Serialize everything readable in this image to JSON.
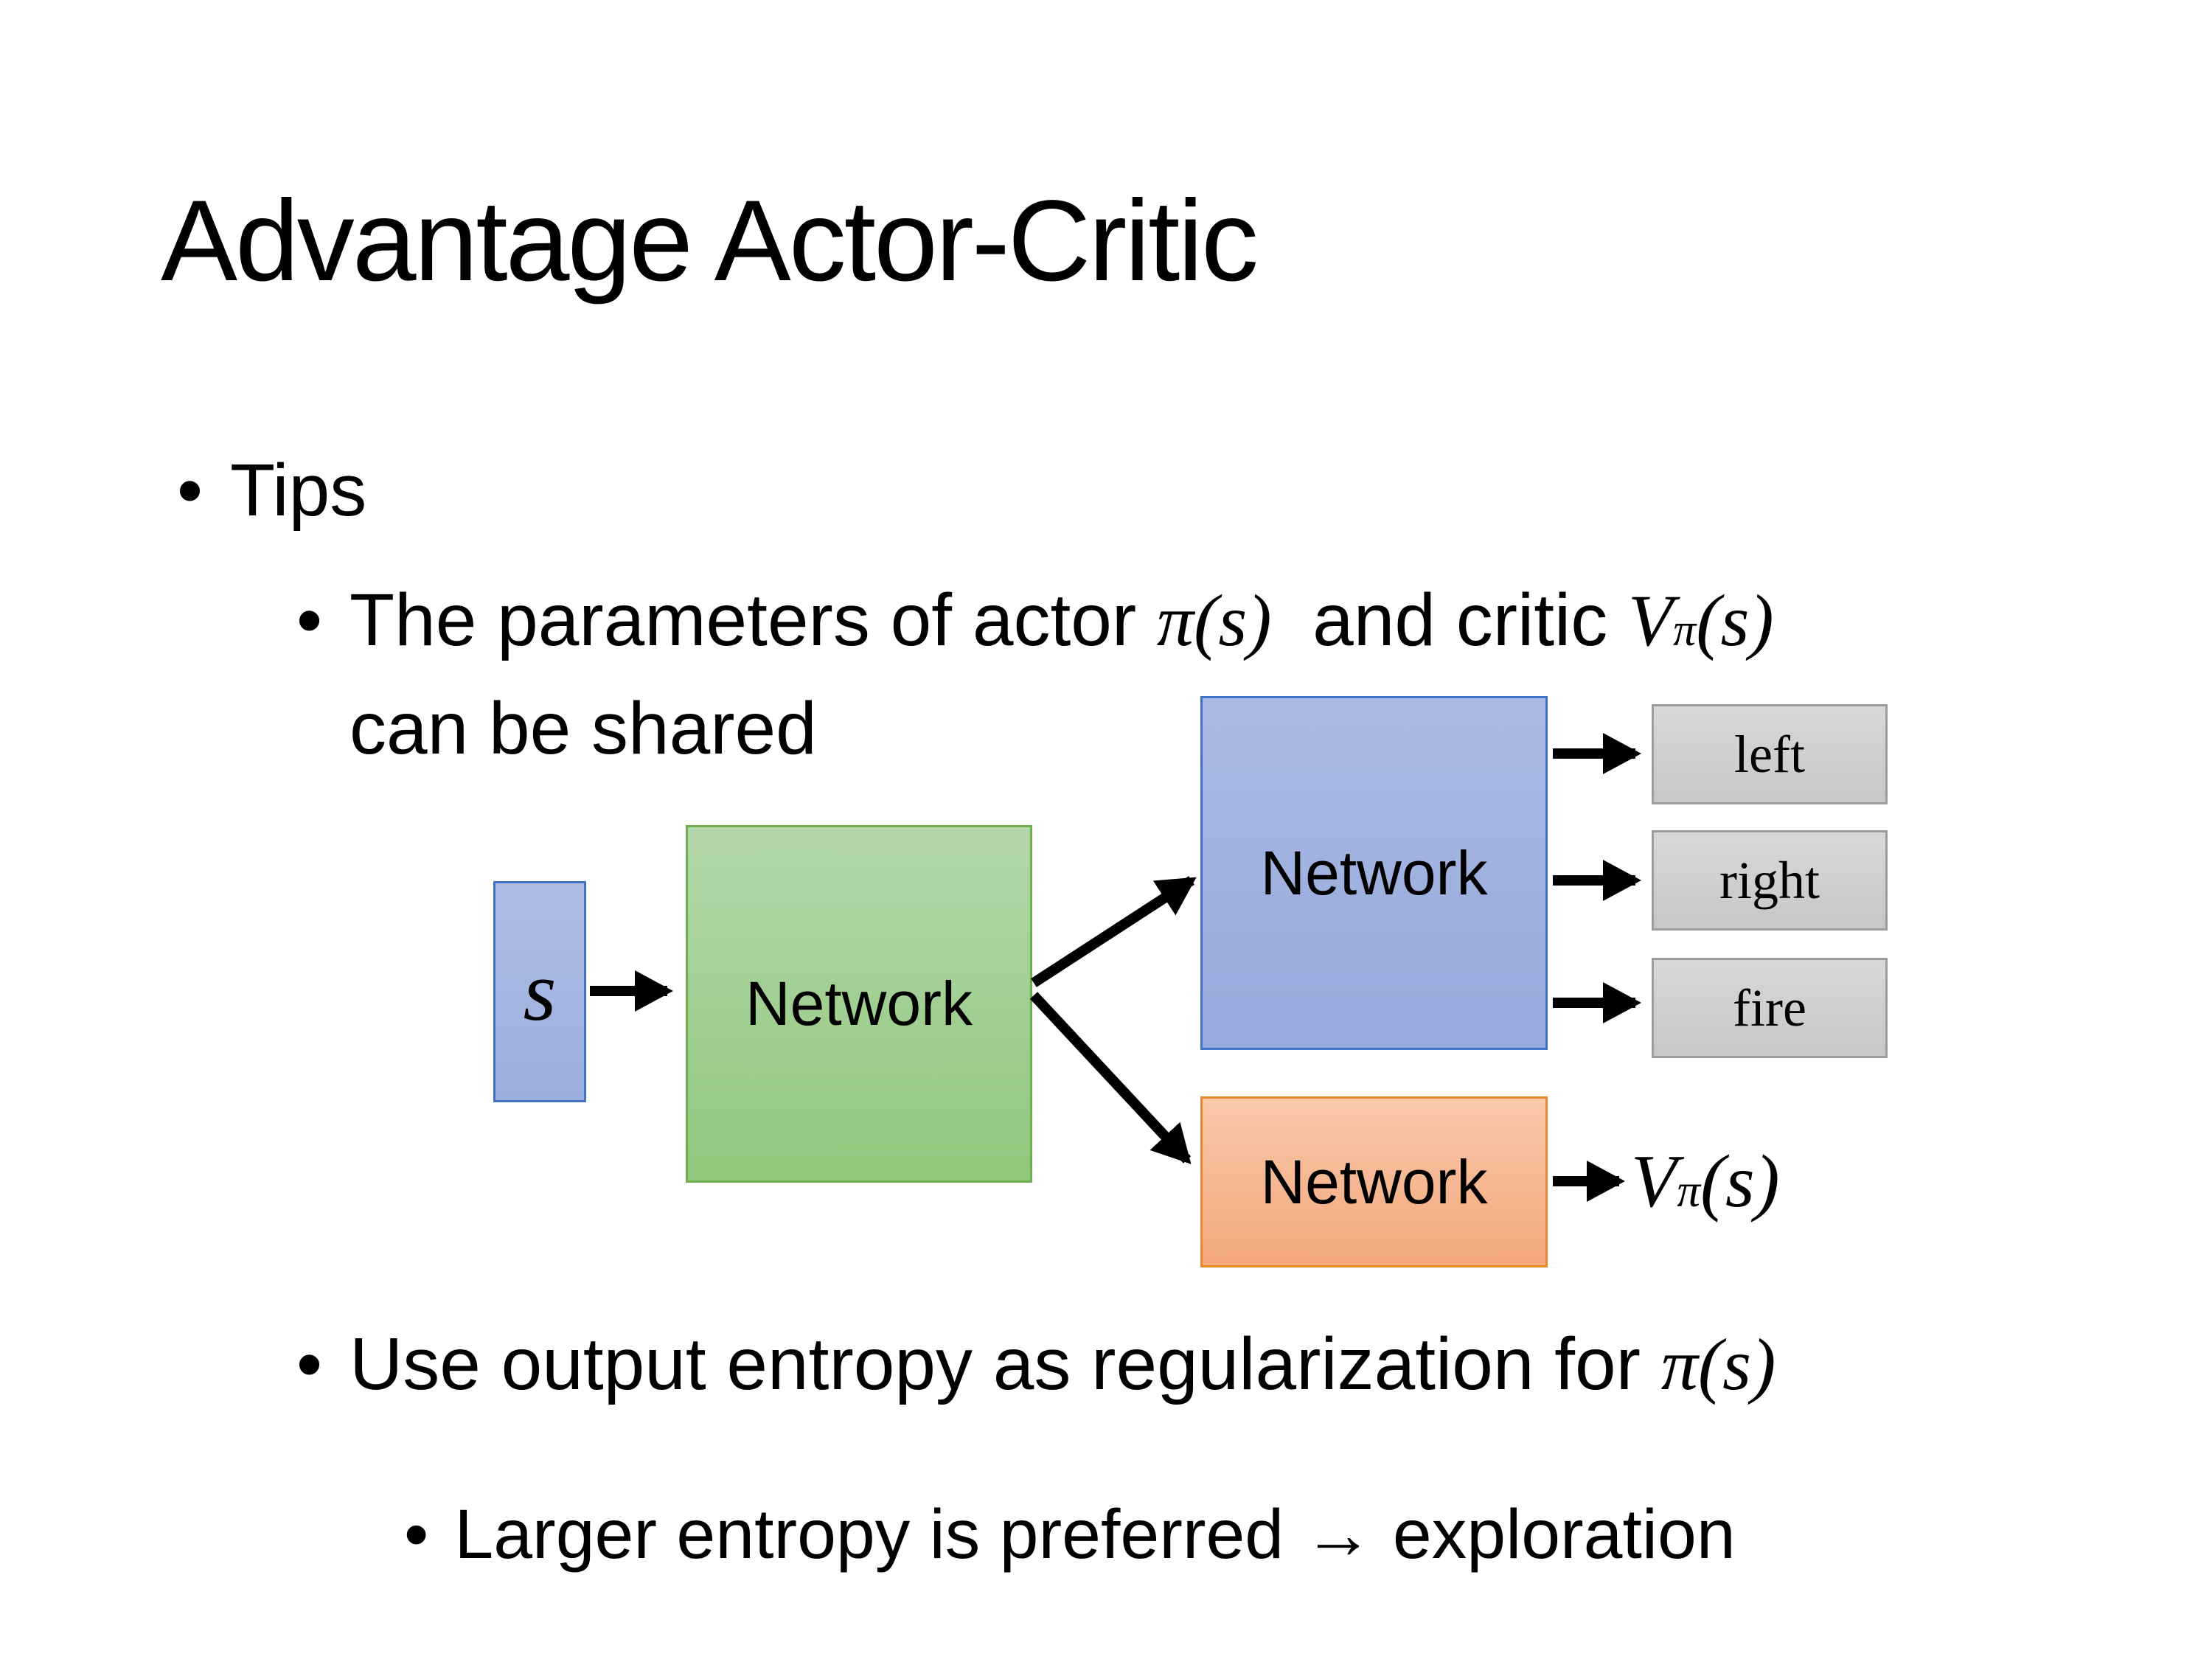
{
  "slide": {
    "title": "Advantage Actor-Critic",
    "bullets": {
      "tips": "Tips",
      "parameters": {
        "text_before": "The parameters of actor ",
        "actor_math": "π(s)",
        "text_mid": "  and critic ",
        "critic_base": "V",
        "critic_sup": "π",
        "critic_args": "(s)",
        "line2": "can be shared"
      },
      "entropy": {
        "text_before": "Use output entropy as regularization for ",
        "math": "π(s)"
      },
      "exploration": "Larger entropy is preferred → exploration"
    },
    "diagram": {
      "state_label": "s",
      "shared_network_label": "Network",
      "actor_network_label": "Network",
      "critic_network_label": "Network",
      "action_labels": [
        "left",
        "right",
        "fire"
      ],
      "value_output": {
        "base": "V",
        "sup": "π",
        "args": "(s)"
      }
    },
    "colors": {
      "state_box_fill": "#A4B5E2",
      "state_box_border": "#4472C4",
      "shared_network_fill": "#A2CF93",
      "shared_network_border": "#6FAD4F",
      "actor_network_fill": "#A0B1DF",
      "actor_network_border": "#4472C4",
      "critic_network_fill": "#F6B893",
      "critic_network_border": "#E9892C",
      "action_box_fill": "#D0D0D0",
      "action_box_border": "#9C9C9C",
      "arrow_color": "#000000",
      "text_color": "#000000",
      "background": "#FFFFFF"
    },
    "glyphs": {
      "bullet": "•"
    }
  }
}
